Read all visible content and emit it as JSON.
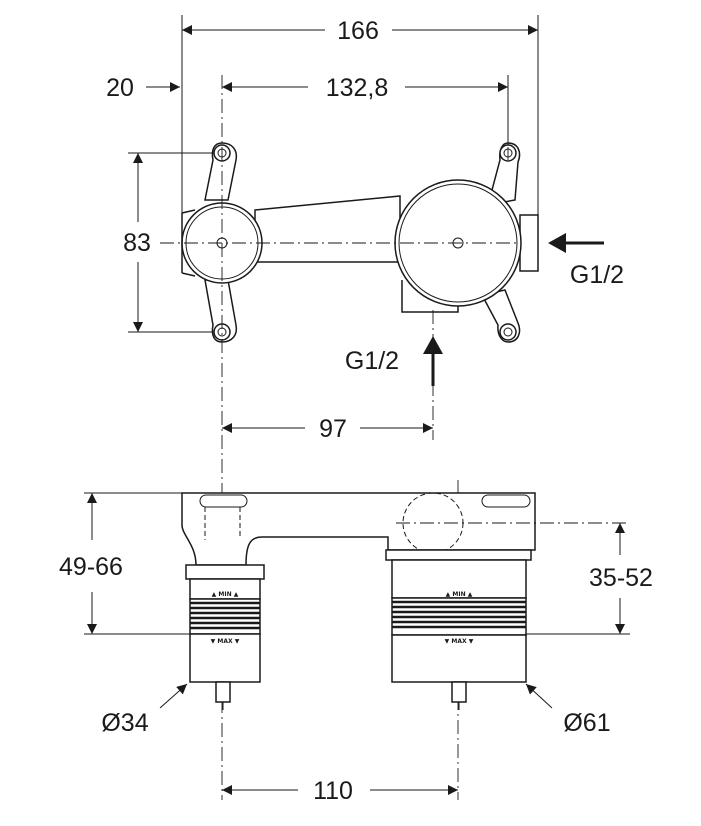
{
  "dimensions": {
    "overall_width": "166",
    "offset_left": "20",
    "hole_spacing": "132,8",
    "flange_height": "83",
    "port_distance": "97",
    "height_range": "49-66",
    "depth_range": "35-52",
    "diameter_small": "Ø34",
    "diameter_large": "Ø61",
    "axis_spacing": "110"
  },
  "ports": {
    "side_inlet": "G1/2",
    "bottom_inlet": "G1/2"
  },
  "markings": {
    "min_small": "▲ MIN ▲",
    "max_small": "▼ MAX ▼",
    "min_large": "▲ MIN ▲",
    "max_large": "▼ MAX ▼"
  }
}
